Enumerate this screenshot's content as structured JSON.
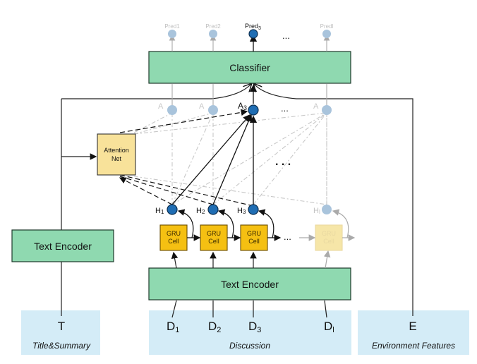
{
  "title": "Hierarchical attention classification model diagram",
  "colors": {
    "encoder_fill": "#8fd9b0",
    "gru_fill": "#f5c012",
    "gru_faded_fill": "#f6e6a8",
    "attention_fill": "#f8e29a",
    "input_fill": "#d4ecf7",
    "node_active": "#1f6db3",
    "node_faded": "#a9c4dc"
  },
  "outputs": {
    "labels": [
      "Pred1",
      "Pred2",
      "Pred3",
      "Predl"
    ],
    "active_label_main": "Pred",
    "active_label_sub": "3",
    "ellipsis": "..."
  },
  "classifier": {
    "label": "Classifier"
  },
  "attention_nodes": {
    "active_main": "A",
    "active_sub": "3",
    "faded_labels": [
      "A",
      "A",
      "A"
    ],
    "ellipsis": "...",
    "middle_dots": ". . ."
  },
  "attention_net": {
    "line1": "Attention",
    "line2": "Net"
  },
  "hidden_states": {
    "labels": [
      {
        "main": "H",
        "sub": "1"
      },
      {
        "main": "H",
        "sub": "2"
      },
      {
        "main": "H",
        "sub": "3"
      },
      {
        "main": "H",
        "sub": "l"
      }
    ]
  },
  "gru_cells": {
    "line1": "GRU",
    "line2": "Cell",
    "count_visible": 4,
    "ellipsis": "..."
  },
  "text_encoder_left": {
    "label": "Text Encoder"
  },
  "text_encoder_main": {
    "label": "Text Encoder"
  },
  "inputs": {
    "title_summary": {
      "symbol": "T",
      "caption": "Title&Summary"
    },
    "discussion": {
      "symbols": [
        {
          "main": "D",
          "sub": "1"
        },
        {
          "main": "D",
          "sub": "2"
        },
        {
          "main": "D",
          "sub": "3"
        },
        {
          "main": "D",
          "sub": "l"
        }
      ],
      "caption": "Discussion"
    },
    "environment": {
      "symbol": "E",
      "caption": "Environment Features"
    }
  }
}
